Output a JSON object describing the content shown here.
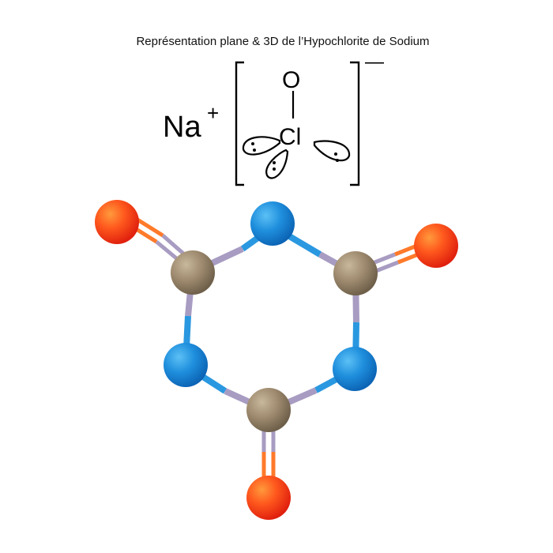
{
  "title": "Représentation plane & 3D de l’Hypochlorite de Sodium",
  "formula": {
    "cation": "Na",
    "cation_charge": "+",
    "oxygen": "O",
    "chlorine": "Cl",
    "anion_charge": "—"
  },
  "model": {
    "colors": {
      "oxygen": "#ff4a1f",
      "nitrogen": "#1f8fdd",
      "carbon": "#a89478",
      "bond_blue": "#2a98e0",
      "bond_lavender": "#a89cc2",
      "bond_orange": "#ff7a2a"
    }
  }
}
